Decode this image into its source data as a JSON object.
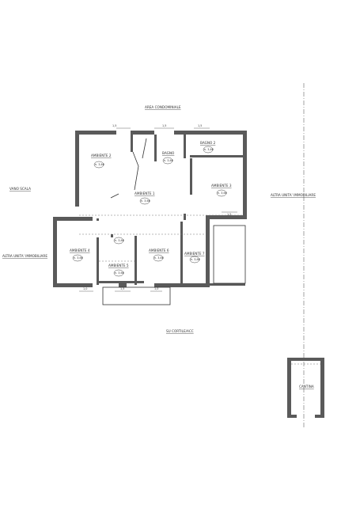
{
  "labels": {
    "top": "AREA CONDOMINIALE",
    "left_upper": "VANO SCALA",
    "left_lower": "ALTRA UNITA' IMMOBILIARE",
    "right": "ALTRA UNITA' IMMOBILIARE",
    "bottom": "SU CORTILE/ACC"
  },
  "rooms": {
    "r2": {
      "name": "AMBIENTE 2",
      "height": "h. 3,60"
    },
    "bagno": {
      "name": "BAGNO",
      "height": "h. 3,60"
    },
    "bagno2": {
      "name": "BAGNO 2",
      "height": "h. 3,60"
    },
    "r1": {
      "name": "AMBIENTE 1",
      "height": "h. 3,60"
    },
    "r3": {
      "name": "AMBIENTE 3",
      "height": "h. 3,60"
    },
    "r4": {
      "name": "AMBIENTE 4",
      "height": "h. 3,60"
    },
    "r5": {
      "name": "AMBIENTE 5",
      "height": "h. 3,60"
    },
    "r6": {
      "name": "AMBIENTE 6",
      "height": "h. 3,60"
    },
    "r7": {
      "name": "AMBIENTE 7",
      "height": "h. 3,60"
    },
    "hall": {
      "height": "h. 3,60"
    },
    "cantina": {
      "name": "CANTINA"
    }
  },
  "dimensions": {
    "top_left": "1,5",
    "top_mid": "1,5",
    "top_right": "1,5",
    "right_side": "1,5",
    "bottom_left": "1,0",
    "bottom_mid": "1,5",
    "bottom_right": "1,0"
  }
}
